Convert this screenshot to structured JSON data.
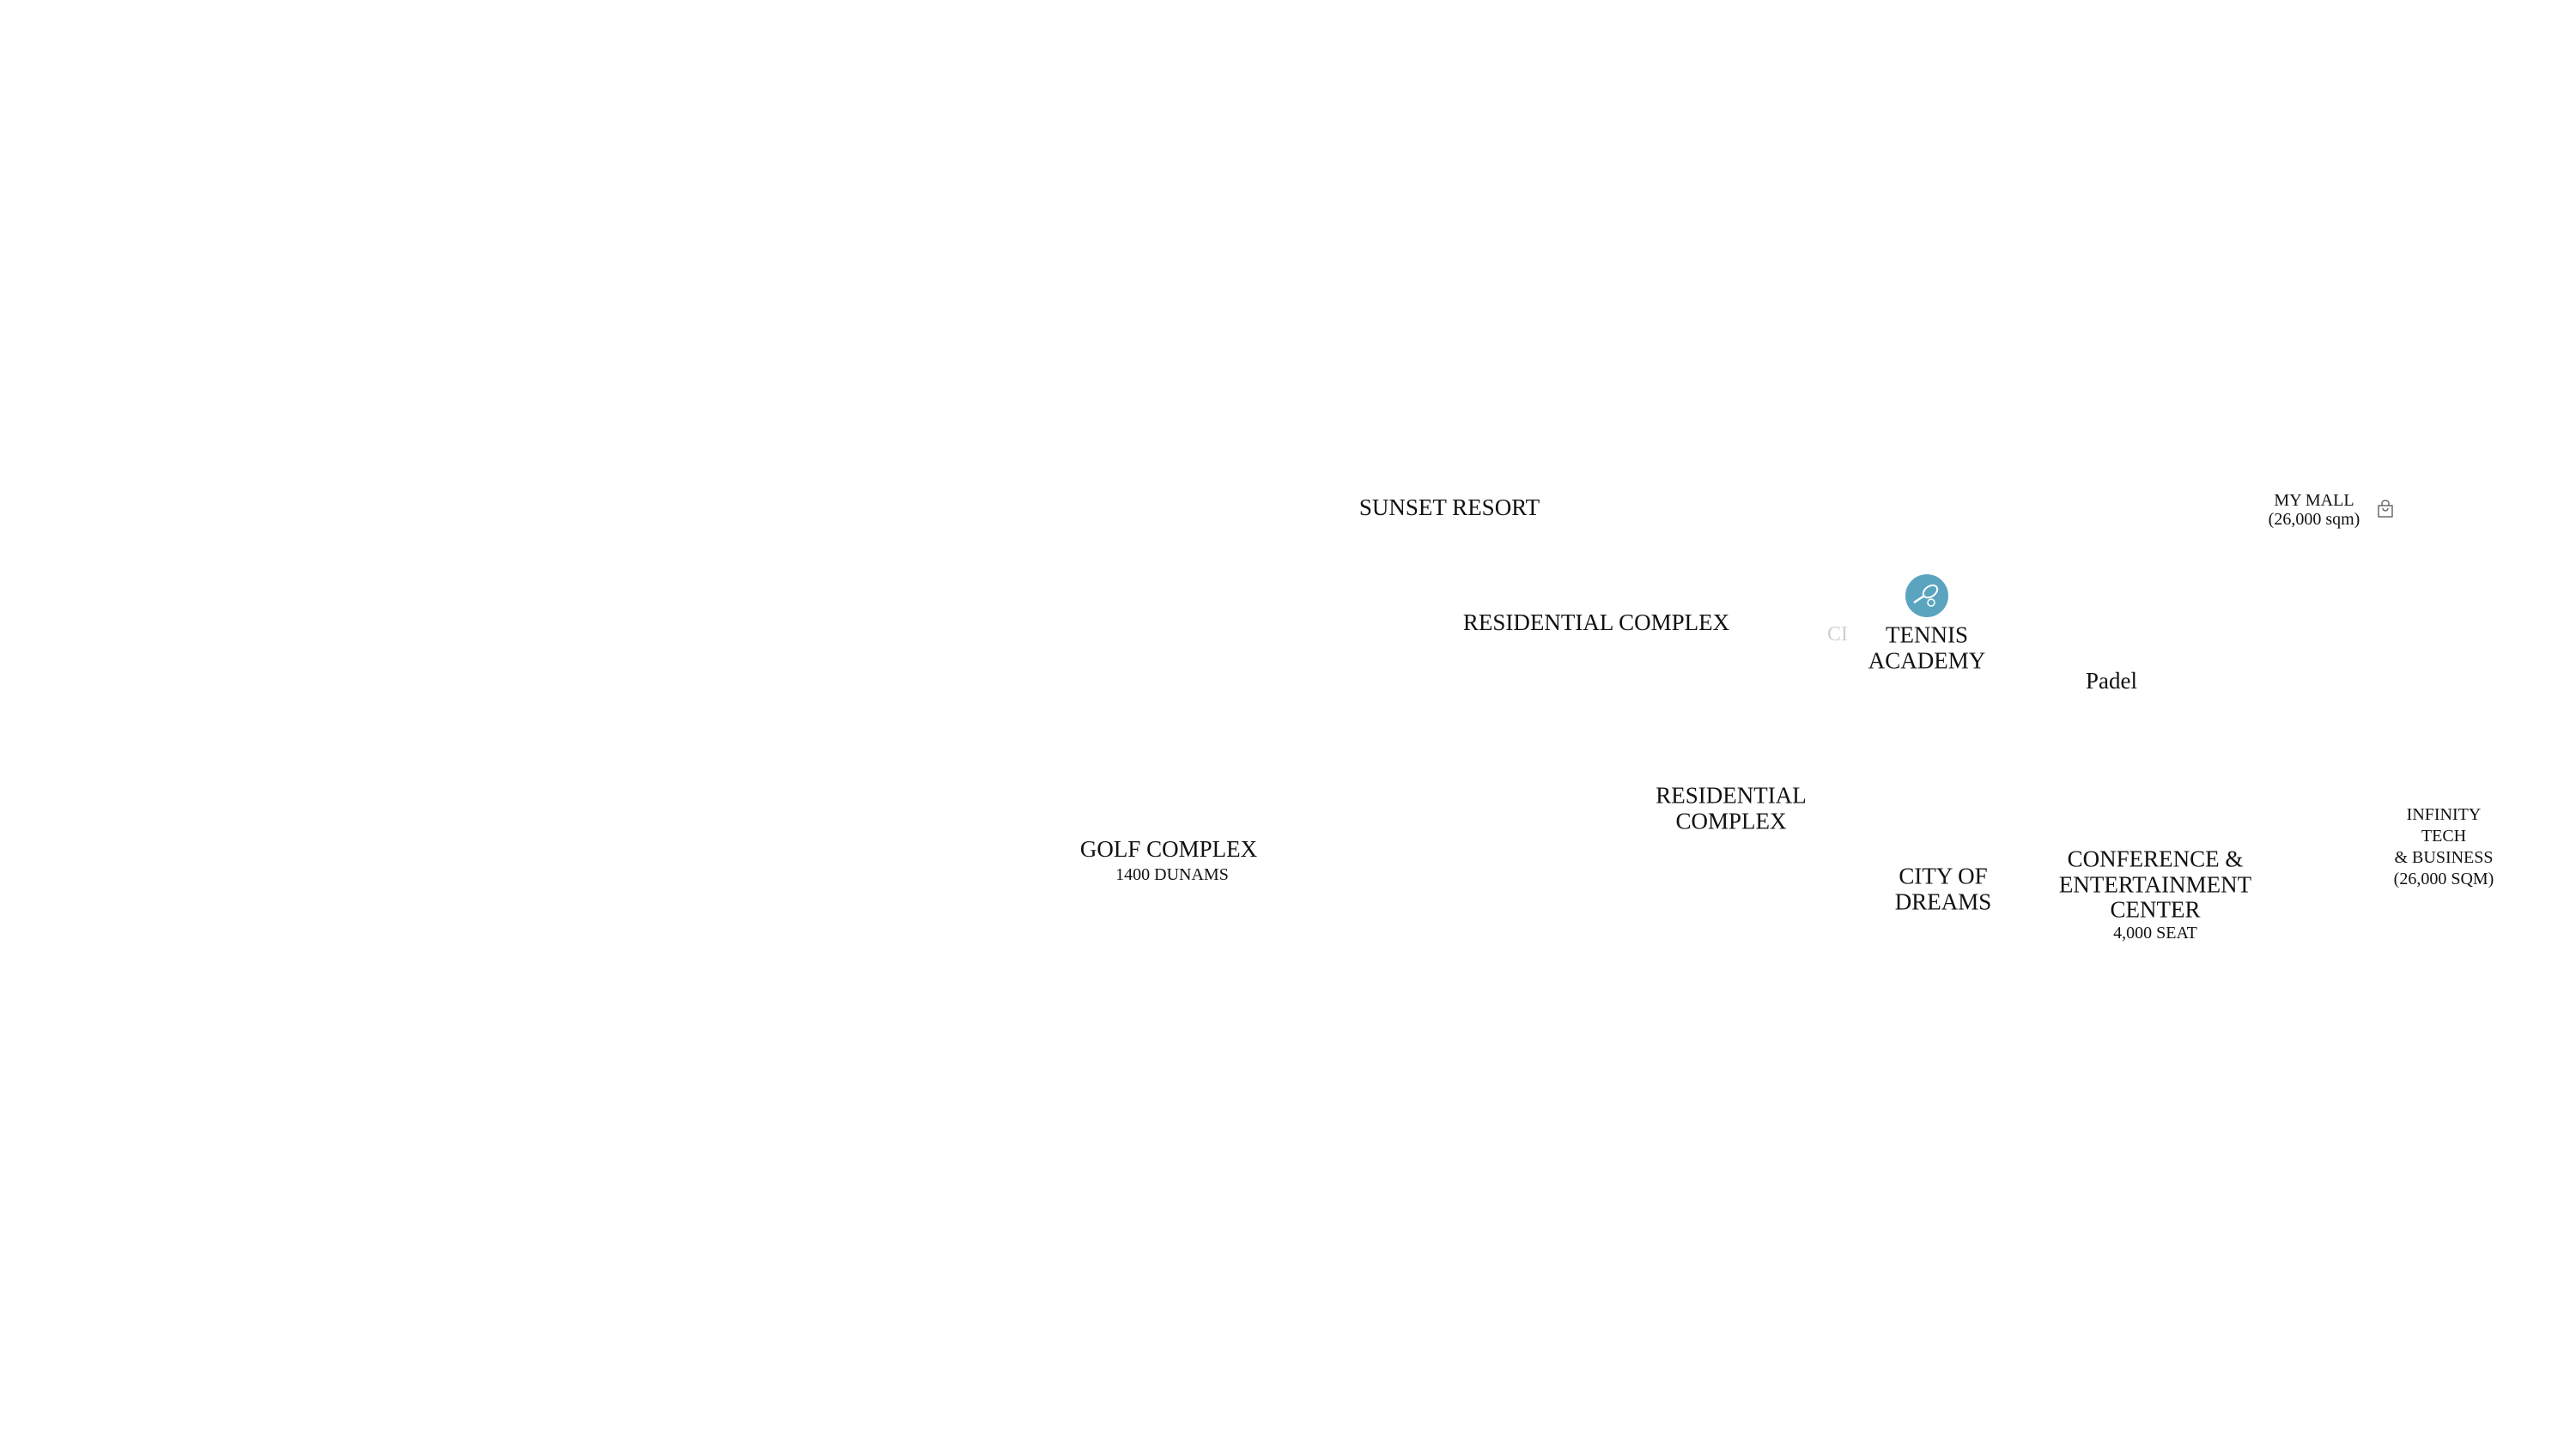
{
  "labels": {
    "sunset_resort": "SUNSET RESORT",
    "residential_1": "RESIDENTIAL COMPLEX",
    "tennis": [
      "TENNIS",
      "ACADEMY"
    ],
    "tennis_ghost": "CI",
    "padel": "Padel",
    "my_mall": [
      "MY MALL",
      "(26,000 sqm)"
    ],
    "residential_2": [
      "RESIDENTIAL",
      "COMPLEX"
    ],
    "golf": "GOLF COMPLEX",
    "golf_sub": "1400 DUNAMS",
    "city": [
      "CITY OF",
      "DREAMS"
    ],
    "conference": [
      "CONFERENCE &",
      "ENTERTAINMENT",
      "CENTER"
    ],
    "conference_sub": "4,000 SEAT",
    "infinity": [
      "INFINITY",
      "TECH",
      "& BUSINESS",
      "(26,000 SQM)"
    ]
  },
  "icons": {
    "tennis": "tennis-racket-icon",
    "mall": "shopping-bag-icon"
  },
  "colors": {
    "tennis_badge": "#5ba4bf"
  }
}
